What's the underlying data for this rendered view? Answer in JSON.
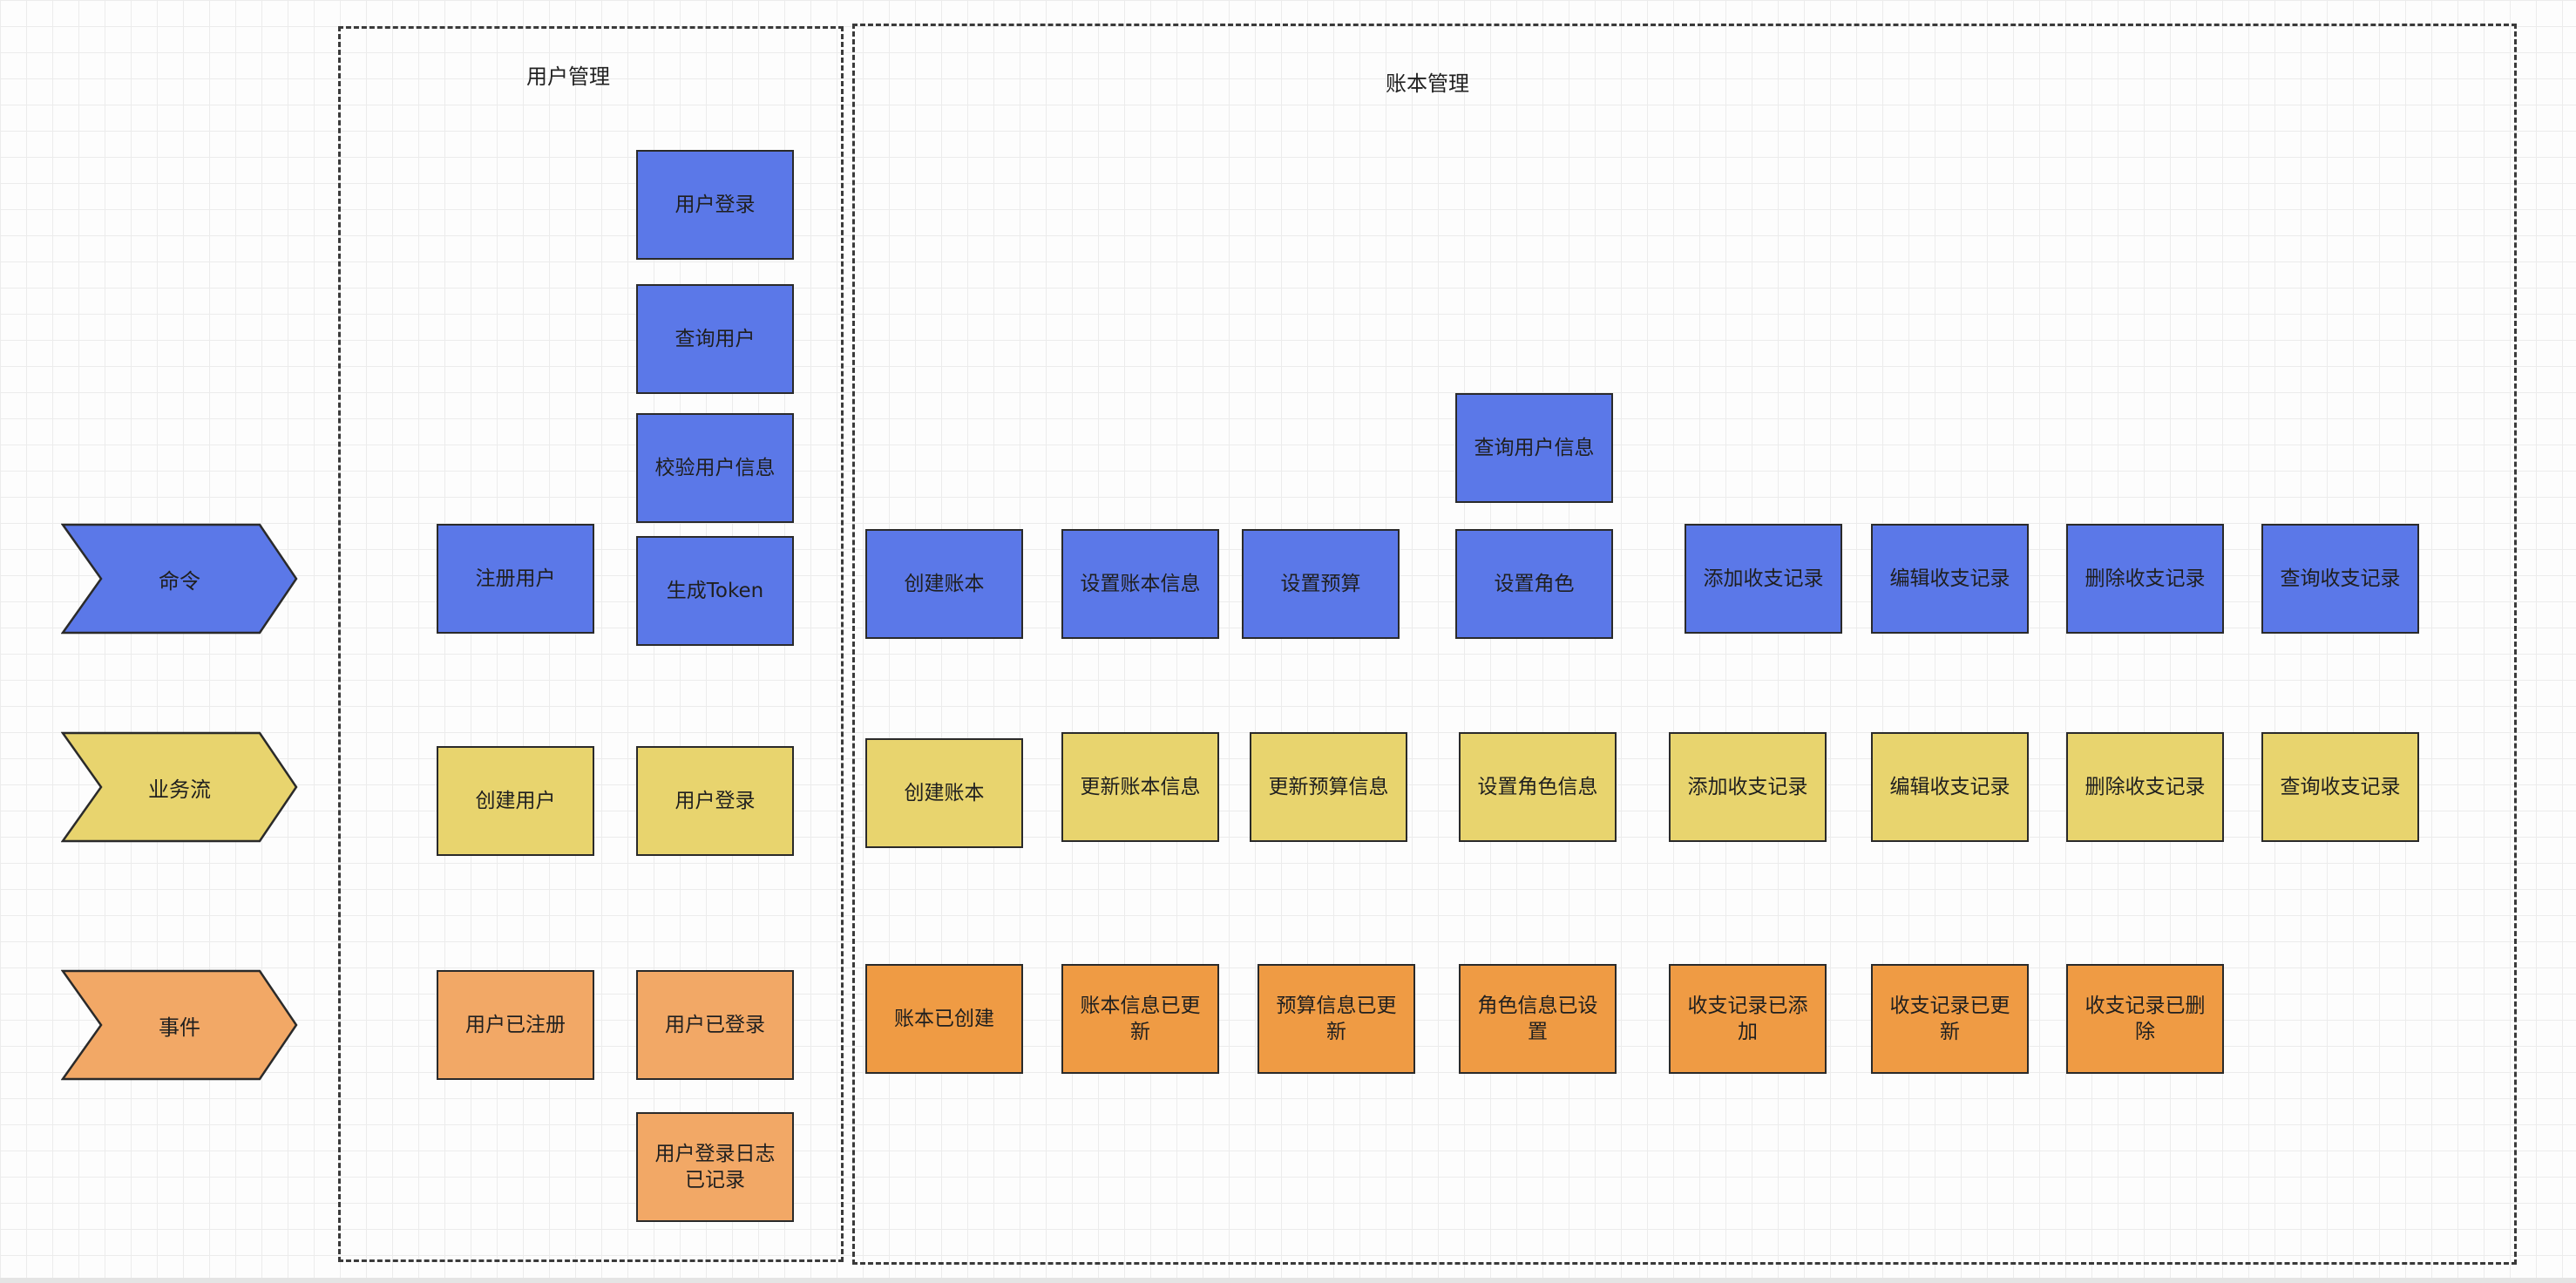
{
  "legend": {
    "command": {
      "label": "命令",
      "color": "#5b78e8"
    },
    "flow": {
      "label": "业务流",
      "color": "#e8d46e"
    },
    "event": {
      "label": "事件",
      "color": "#f2a866"
    }
  },
  "user_mgmt": {
    "title": "用户管理",
    "commands": [
      "用户登录",
      "查询用户",
      "校验用户信息",
      "注册用户",
      "生成Token"
    ],
    "flows": [
      "创建用户",
      "用户登录"
    ],
    "events": [
      "用户已注册",
      "用户已登录",
      "用户登录日志已记录"
    ]
  },
  "account_mgmt": {
    "title": "账本管理",
    "commands": [
      "查询用户信息",
      "创建账本",
      "设置账本信息",
      "设置预算",
      "设置角色",
      "添加收支记录",
      "编辑收支记录",
      "删除收支记录",
      "查询收支记录"
    ],
    "flows": [
      "创建账本",
      "更新账本信息",
      "更新预算信息",
      "设置角色信息",
      "添加收支记录",
      "编辑收支记录",
      "删除收支记录",
      "查询收支记录"
    ],
    "events": [
      "账本已创建",
      "账本信息已更新",
      "预算信息已更新",
      "角色信息已设置",
      "收支记录已添加",
      "收支记录已更新",
      "收支记录已删除"
    ]
  },
  "colors": {
    "command": "#5b78e8",
    "flow": "#e8d46e",
    "event": "#f2a866",
    "event_dark": "#ef9b44",
    "border": "#2a2a2a"
  }
}
